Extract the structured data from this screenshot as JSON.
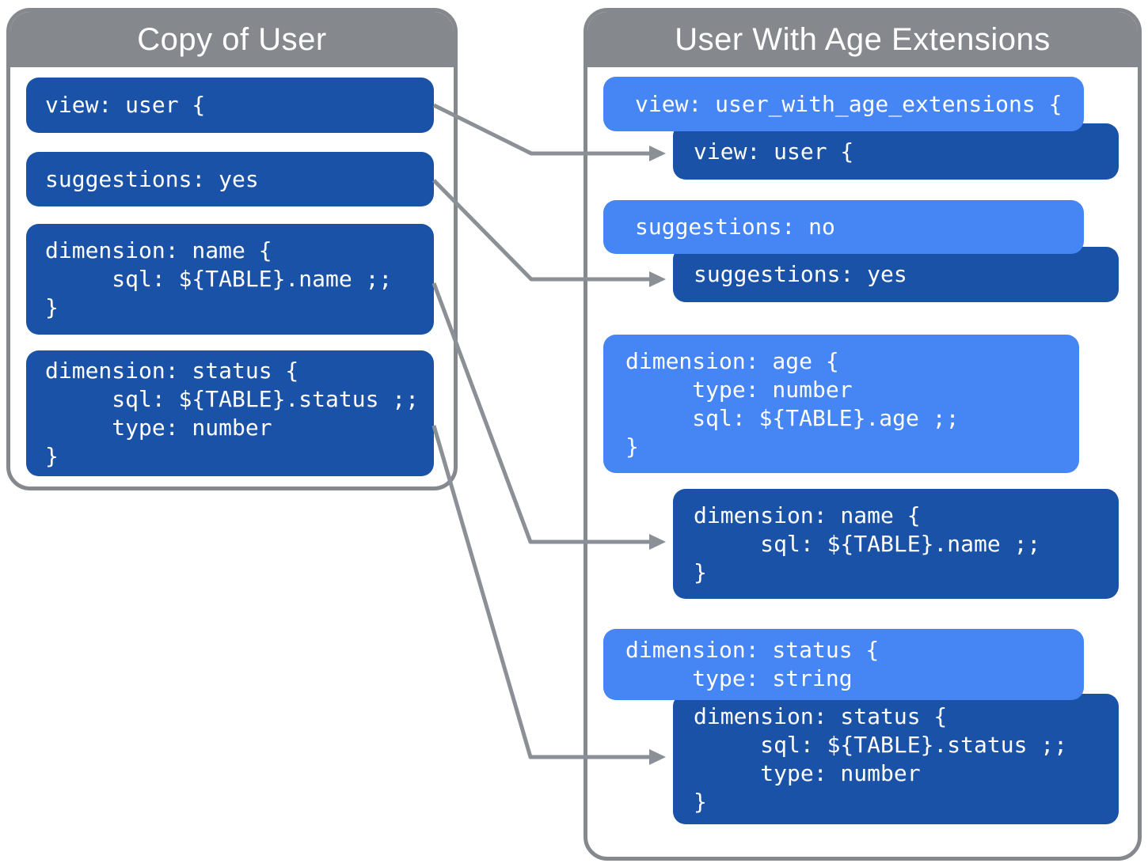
{
  "colors": {
    "panel_gray": "#85898D",
    "dark_blue": "#1A52A8",
    "light_blue": "#4585F4",
    "arrow_gray": "#8A9095",
    "text_white": "#FFFFFF"
  },
  "left_panel": {
    "title": "Copy of User",
    "blocks": [
      {
        "id": "copy-view",
        "style": "dark",
        "lines": [
          "view: user {"
        ]
      },
      {
        "id": "copy-suggestions",
        "style": "dark",
        "lines": [
          "suggestions: yes"
        ]
      },
      {
        "id": "copy-dimension-name",
        "style": "dark",
        "lines": [
          "dimension: name {",
          "     sql: ${TABLE}.name ;;",
          "}"
        ]
      },
      {
        "id": "copy-dimension-status",
        "style": "dark",
        "lines": [
          "dimension: status {",
          "     sql: ${TABLE}.status ;;",
          "     type: number",
          "}"
        ]
      }
    ]
  },
  "right_panel": {
    "title": "User With Age Extensions",
    "blocks": [
      {
        "id": "ext-view-override",
        "style": "light",
        "lines": [
          "view: user_with_age_extensions {"
        ]
      },
      {
        "id": "ext-view-inherited",
        "style": "dark",
        "lines": [
          "view: user {"
        ]
      },
      {
        "id": "ext-suggestions-override",
        "style": "light",
        "lines": [
          "suggestions: no"
        ]
      },
      {
        "id": "ext-suggestions-inherited",
        "style": "dark",
        "lines": [
          "suggestions: yes"
        ]
      },
      {
        "id": "ext-dimension-age",
        "style": "light",
        "lines": [
          "dimension: age {",
          "     type: number",
          "     sql: ${TABLE}.age ;;",
          "}"
        ]
      },
      {
        "id": "ext-dimension-name",
        "style": "dark",
        "lines": [
          "dimension: name {",
          "     sql: ${TABLE}.name ;;",
          "}"
        ]
      },
      {
        "id": "ext-dimension-status-override",
        "style": "light",
        "lines": [
          "dimension: status {",
          "     type: string"
        ]
      },
      {
        "id": "ext-dimension-status-inherited",
        "style": "dark",
        "lines": [
          "dimension: status {",
          "     sql: ${TABLE}.status ;;",
          "     type: number",
          "}"
        ]
      }
    ]
  },
  "connectors": [
    {
      "name": "view-connector-arrow"
    },
    {
      "name": "suggestions-connector-arrow"
    },
    {
      "name": "dimension-name-connector-arrow"
    },
    {
      "name": "dimension-status-connector-arrow"
    }
  ]
}
